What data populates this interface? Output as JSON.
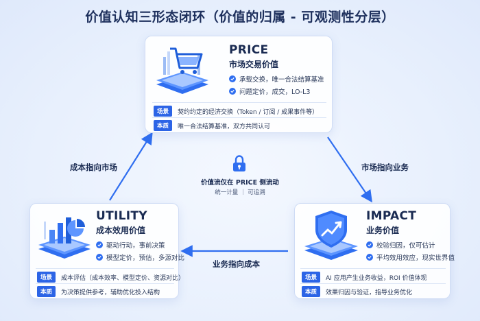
{
  "title": "价值认知三形态闭环（价值的归属 - 可观测性分层）",
  "colors": {
    "accent": "#2c64e6",
    "text": "#1a2b52"
  },
  "price": {
    "icon": "shopping-cart-icon",
    "name": "PRICE",
    "subtitle": "市场交易价值",
    "bullets": [
      "承载交换，唯一合法结算基准",
      "问题定价，成交，LO-L3"
    ],
    "rows": [
      {
        "tag": "场景",
        "text": "契约约定的经济交换（Token / 订阅 / 成果事件等）"
      },
      {
        "tag": "本质",
        "text": "唯一合法结算基准，双方共同认可"
      }
    ]
  },
  "utility": {
    "icon": "analytics-chart-icon",
    "name": "UTILITY",
    "subtitle": "成本效用价值",
    "bullets": [
      "驱动行动，事前决策",
      "模型定价，预估，多源对比"
    ],
    "rows": [
      {
        "tag": "场景",
        "text": "成本评估（成本效率、模型定价、资源对比）"
      },
      {
        "tag": "本质",
        "text": "为决策提供参考，辅助优化投入结构"
      }
    ]
  },
  "impact": {
    "icon": "shield-trend-icon",
    "name": "IMPACT",
    "subtitle": "业务价值",
    "bullets": [
      "校验归因，仅可估计",
      "平均效用效应，现实世界值"
    ],
    "rows": [
      {
        "tag": "场景",
        "text": "AI 应用产生业务收益，ROI 价值体现"
      },
      {
        "tag": "本质",
        "text": "效果归因与验证，指导业务优化"
      }
    ]
  },
  "edges": {
    "utility_to_price": "成本指向市场",
    "price_to_impact": "市场指向业务",
    "impact_to_utility": "业务指向成本"
  },
  "center": {
    "icon": "lock-icon",
    "label": "价值流仅在 PRICE 侧流动",
    "sub": "统一计量 ｜ 可追溯"
  }
}
